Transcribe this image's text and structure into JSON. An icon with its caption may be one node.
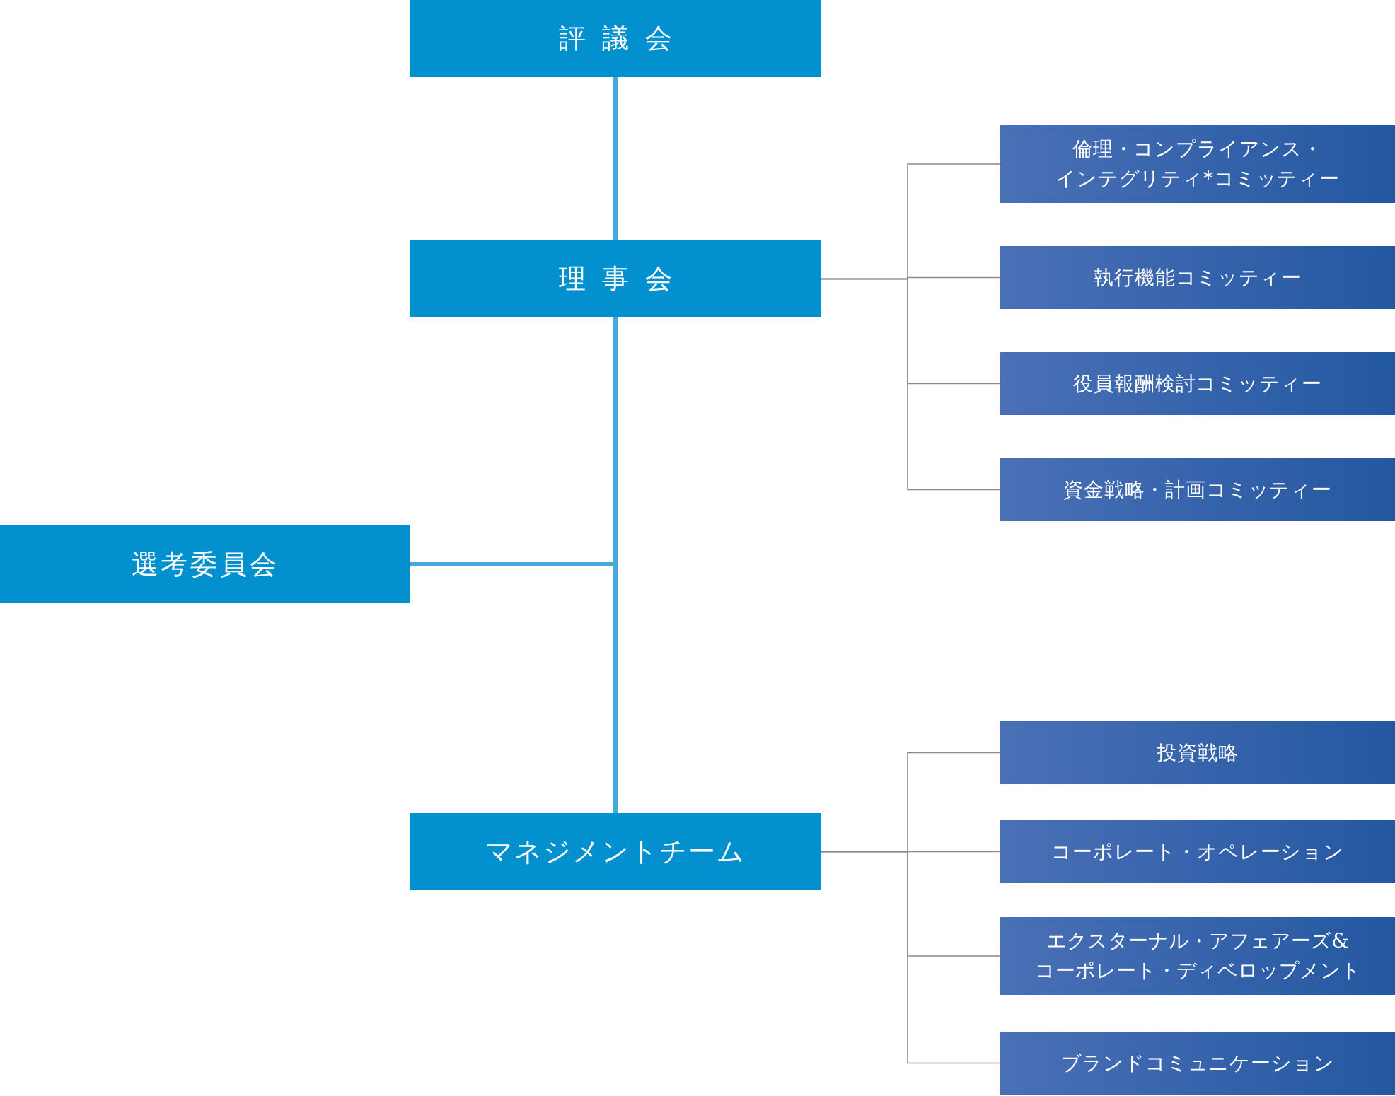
{
  "diagram": {
    "nodes": [
      {
        "text": [
          "評議会"
        ]
      },
      {
        "text": [
          "理事会"
        ]
      },
      {
        "text": [
          "選考委員会"
        ]
      },
      {
        "text": [
          "マネジメントチーム"
        ]
      },
      {
        "text": [
          "倫理・コンプライアンス・インテグリティ*コミッティー"
        ]
      },
      {
        "text": [
          "執行機能コミッティー"
        ]
      },
      {
        "text": [
          "役員報酬検討コミッティー"
        ]
      },
      {
        "text": [
          "資金戦略・計画コミッティー"
        ]
      },
      {
        "text": [
          "投資戦略"
        ]
      },
      {
        "text": [
          "コーポレート・オペレーション"
        ]
      },
      {
        "text": [
          "エクスターナル・アフェアーズ&コーポレート・ディベロップメント"
        ]
      },
      {
        "text": [
          "ブランドコミュニケーション"
        ]
      }
    ],
    "edges": [
      {
        "from": 0,
        "to": 1,
        "arrow": "none",
        "style": "thick",
        "color": "#45a9de"
      },
      {
        "from": 1,
        "to": 3,
        "arrow": "none",
        "style": "thick",
        "color": "#45a9de"
      },
      {
        "from": 2,
        "to": 1,
        "arrow": "none",
        "style": "thick",
        "color": "#45a9de"
      },
      {
        "from": 2,
        "to": 3,
        "arrow": "none",
        "style": "thick",
        "color": "#45a9de"
      },
      {
        "from": 1,
        "to": 4,
        "arrow": "none"
      },
      {
        "from": 1,
        "to": 5,
        "arrow": "none"
      },
      {
        "from": 1,
        "to": 6,
        "arrow": "none"
      },
      {
        "from": 1,
        "to": 7,
        "arrow": "none"
      },
      {
        "from": 3,
        "to": 8,
        "arrow": "none"
      },
      {
        "from": 3,
        "to": 9,
        "arrow": "none"
      },
      {
        "from": 3,
        "to": 10,
        "arrow": "none"
      },
      {
        "from": 3,
        "to": 11,
        "arrow": "none"
      }
    ]
  }
}
